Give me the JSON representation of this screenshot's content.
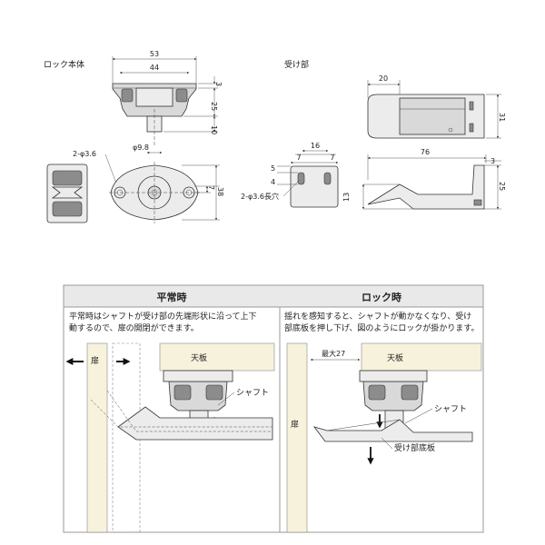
{
  "top_left": {
    "title": "ロック本体",
    "dims": {
      "width_outer": "53",
      "width_inner": "44",
      "top": "3",
      "height_body": "25",
      "shaft_len": "10",
      "hole": "2-φ3.6",
      "shaft_dia": "φ9.8",
      "offset": "7",
      "height_total": "38"
    }
  },
  "top_right": {
    "title": "受け部",
    "dims": {
      "top_width": "20",
      "top_height": "31",
      "side_16": "16",
      "side_7a": "7",
      "side_7b": "7",
      "side_5": "5",
      "side_4": "4",
      "hole": "2-φ3.6長穴",
      "length": "76",
      "h13": "13",
      "h3": "3",
      "h25": "25"
    }
  },
  "panel_normal": {
    "header": "平常時",
    "desc_line1": "平常時はシャフトが受け部の先端形状に沿って上下",
    "desc_line2": "動するので、扉の開閉ができます。",
    "label_board": "天板",
    "label_shaft": "シャフト",
    "label_door": "扉"
  },
  "panel_lock": {
    "header": "ロック時",
    "desc_line1": "揺れを感知すると、シャフトが動かなくなり、受け",
    "desc_line2": "部底板を押し下げ、図のようにロックが掛かります。",
    "label_board": "天板",
    "label_shaft": "シャフト",
    "label_door": "扉",
    "label_max": "最大27",
    "label_bottom": "受け部底板"
  }
}
